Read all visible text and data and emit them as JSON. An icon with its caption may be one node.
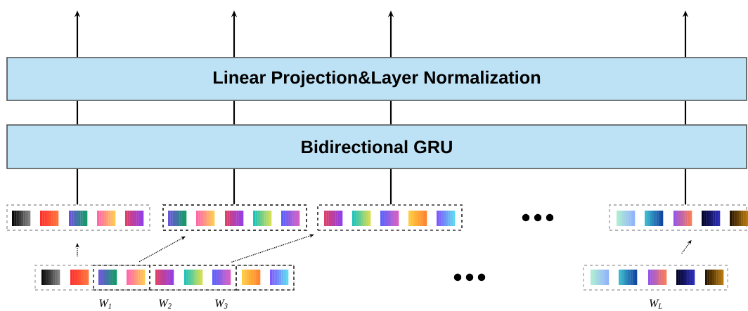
{
  "diagram": {
    "nodes": [
      {
        "text": [
          "Linear Projection&Layer Normalization"
        ]
      },
      {
        "text": [
          "Bidirectional GRU"
        ]
      },
      {
        "text": [],
        "shape": "box"
      },
      {
        "text": [],
        "shape": "box"
      },
      {
        "text": [],
        "shape": "box"
      },
      {
        "text": [],
        "shape": "box"
      },
      {
        "text": [],
        "shape": "box"
      },
      {
        "text": [
          "W$_{1}$"
        ],
        "in": 6
      },
      {
        "text": [
          "W$_{2}$"
        ],
        "in": 6
      },
      {
        "text": [
          "W$_{3}$"
        ],
        "in": 6
      },
      {
        "text": [
          "W$_{L}$"
        ]
      }
    ],
    "edges": [
      {
        "from": 2,
        "to": 1,
        "arrow": "none"
      },
      {
        "from": 3,
        "to": 1,
        "arrow": "none"
      },
      {
        "from": 4,
        "to": 1,
        "arrow": "none"
      },
      {
        "from": 5,
        "to": 1,
        "arrow": "none"
      },
      {
        "from": 1,
        "to": 0,
        "arrow": "none"
      },
      {
        "from": 1,
        "to": 0,
        "arrow": "none"
      },
      {
        "from": 1,
        "to": 0,
        "arrow": "none"
      },
      {
        "from": 1,
        "to": 0,
        "arrow": "none"
      },
      {
        "from": 0,
        "to": null,
        "arrow": "to"
      },
      {
        "from": 0,
        "to": null,
        "arrow": "to"
      },
      {
        "from": 0,
        "to": null,
        "arrow": "to"
      },
      {
        "from": 0,
        "to": null,
        "arrow": "to"
      },
      {
        "from": 6,
        "to": 2,
        "arrow": "to",
        "style": "dashed"
      },
      {
        "from": 7,
        "to": 3,
        "arrow": "to",
        "style": "dashed"
      },
      {
        "from": 8,
        "to": 4,
        "arrow": "to",
        "style": "dashed"
      },
      {
        "from": 10,
        "to": 5,
        "arrow": "to",
        "style": "dashed"
      }
    ]
  }
}
